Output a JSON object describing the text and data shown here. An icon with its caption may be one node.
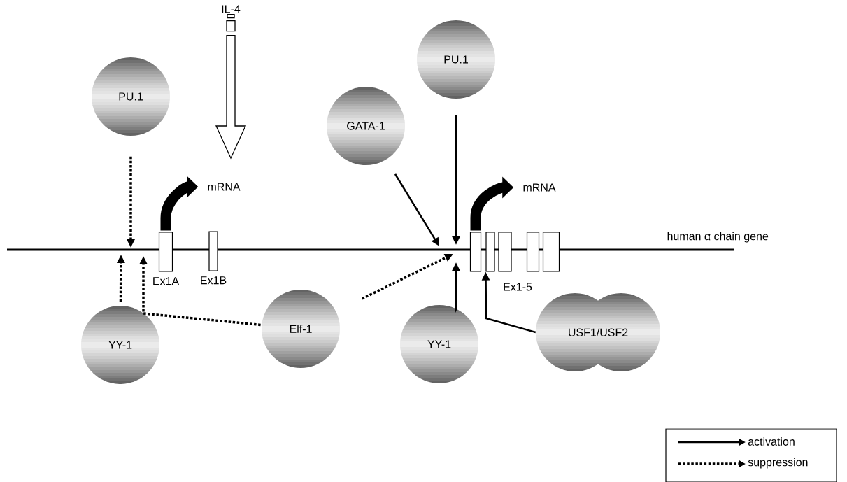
{
  "diagram": {
    "nodes": [
      {
        "text": [
          "PU.1"
        ]
      },
      {
        "text": [
          "IL-4"
        ]
      },
      {
        "text": [
          "mRNA"
        ]
      },
      {
        "text": [
          "GATA-1"
        ]
      },
      {
        "text": [
          "PU.1"
        ]
      },
      {
        "text": [
          "mRNA"
        ]
      },
      {
        "text": [
          "Ex1A"
        ]
      },
      {
        "text": [
          "Ex1B"
        ]
      },
      {
        "text": [],
        "shape": "box"
      },
      {
        "text": [],
        "shape": "box"
      },
      {
        "text": [],
        "shape": "box"
      },
      {
        "text": [],
        "shape": "box"
      },
      {
        "text": [],
        "shape": "box"
      },
      {
        "text": [
          "YY-1"
        ]
      },
      {
        "text": [
          "Elf-1"
        ]
      },
      {
        "text": [
          "YY-1"
        ]
      },
      {
        "text": [
          "USF1/USF2"
        ]
      }
    ],
    "edges": [
      {
        "from": 0,
        "to": null,
        "arrow": "to",
        "style": "dashed"
      },
      {
        "from": 13,
        "to": null,
        "arrow": "to",
        "style": "dashed"
      },
      {
        "from": 14,
        "to": null,
        "arrow": "to",
        "style": "dashed"
      },
      {
        "from": 14,
        "to": null,
        "arrow": "to",
        "style": "dashed"
      },
      {
        "from": 3,
        "to": null,
        "arrow": "to"
      },
      {
        "from": 4,
        "to": null,
        "arrow": "to"
      },
      {
        "from": 15,
        "to": null,
        "arrow": "to"
      },
      {
        "from": 16,
        "to": 9,
        "arrow": "to"
      },
      {
        "from": 1,
        "to": null,
        "arrow": "to"
      },
      {
        "from": 6,
        "to": 2,
        "arrow": "to",
        "style": "thick"
      },
      {
        "from": 8,
        "to": 5,
        "arrow": "to",
        "style": "thick"
      }
    ],
    "labels": [
      "Ex1-5",
      "human α chain gene"
    ],
    "legend": [
      {
        "text": "activation"
      },
      {
        "text": "suppression"
      }
    ]
  }
}
